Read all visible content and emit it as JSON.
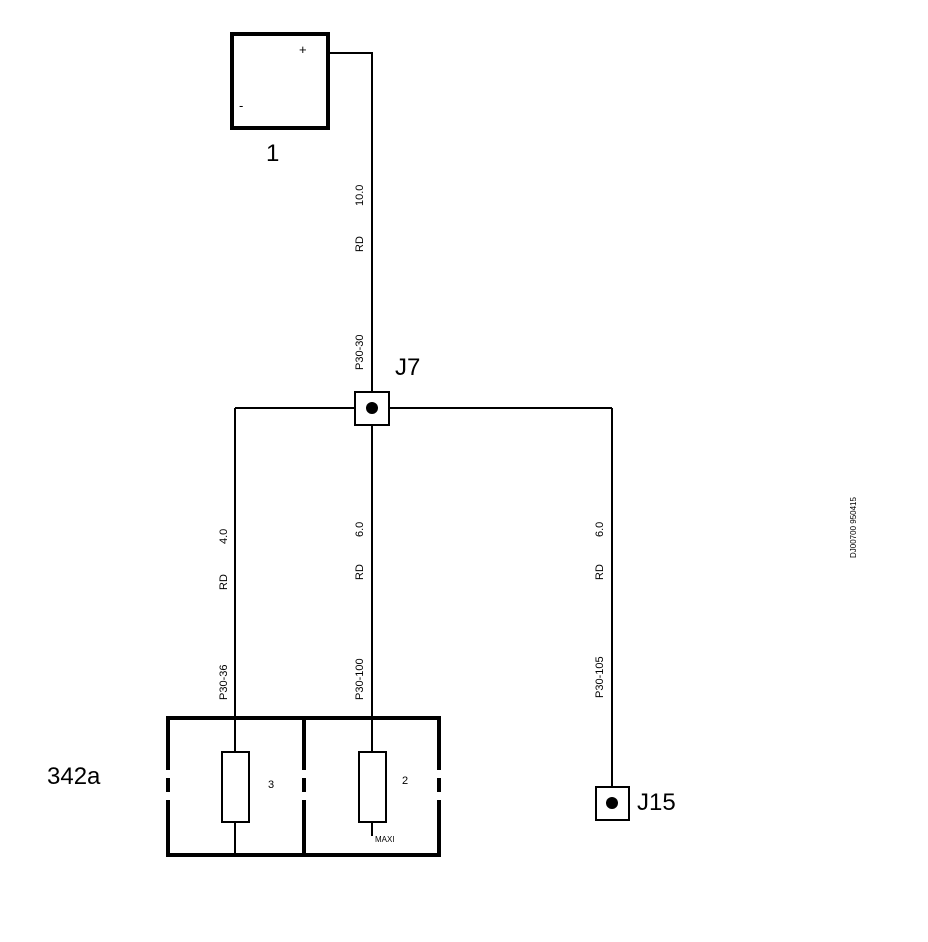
{
  "battery": {
    "id": "1",
    "plus": "+",
    "minus": "-"
  },
  "junctions": {
    "j7": "J7",
    "j15": "J15"
  },
  "wires": {
    "w30": {
      "circuit": "P30-30",
      "color": "RD",
      "size": "10.0"
    },
    "w36": {
      "circuit": "P30-36",
      "color": "RD",
      "size": "4.0"
    },
    "w100": {
      "circuit": "P30-100",
      "color": "RD",
      "size": "6.0"
    },
    "w105": {
      "circuit": "P30-105",
      "color": "RD",
      "size": "6.0"
    }
  },
  "fusebox": {
    "id": "342a",
    "fuse_left": "3",
    "fuse_right": "2",
    "fuse_right_type": "MAXI"
  },
  "drawing_ref": "DJ00700 950415"
}
